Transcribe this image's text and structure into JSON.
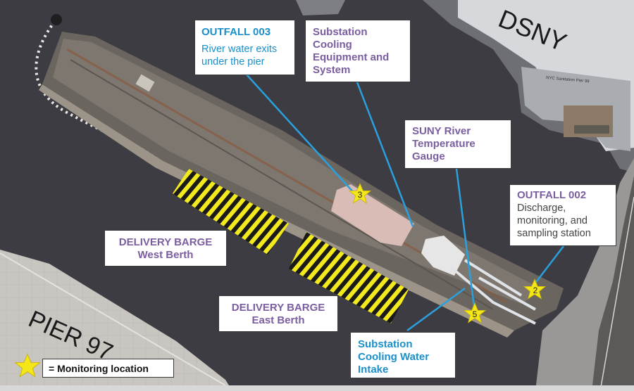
{
  "map": {
    "pier_label": "PIER 97",
    "dsny_label": "DSNY",
    "building_label": "NYC Sanitation Pier 99"
  },
  "callouts": {
    "outfall003": {
      "title": "OUTFALL 003",
      "body_line1": "River water exits",
      "body_line2": "under the pier"
    },
    "substation_cooling": {
      "line1": "Substation",
      "line2": "Cooling",
      "line3": "Equipment and",
      "line4": "System"
    },
    "suny_gauge": {
      "line1": "SUNY River",
      "line2": "Temperature",
      "line3": "Gauge"
    },
    "outfall002": {
      "title": "OUTFALL 002",
      "line1": "Discharge,",
      "line2": "monitoring, and",
      "line3": "sampling station"
    },
    "barge_west": {
      "line1": "DELIVERY BARGE",
      "line2": "West Berth"
    },
    "barge_east": {
      "line1": "DELIVERY BARGE",
      "line2": "East Berth"
    },
    "intake": {
      "line1": "Substation",
      "line2": "Cooling Water",
      "line3": "Intake"
    }
  },
  "markers": [
    {
      "number": "3"
    },
    {
      "number": "2"
    },
    {
      "number": "5"
    }
  ],
  "legend": {
    "text": "= Monitoring location"
  },
  "colors": {
    "water": "#3d3c42",
    "star": "#f5e61a",
    "callout_line": "#2aa0dd",
    "purple_text": "#7a5ea0",
    "blue_text": "#1b8fc9",
    "hatch": "#f2ea1c"
  }
}
